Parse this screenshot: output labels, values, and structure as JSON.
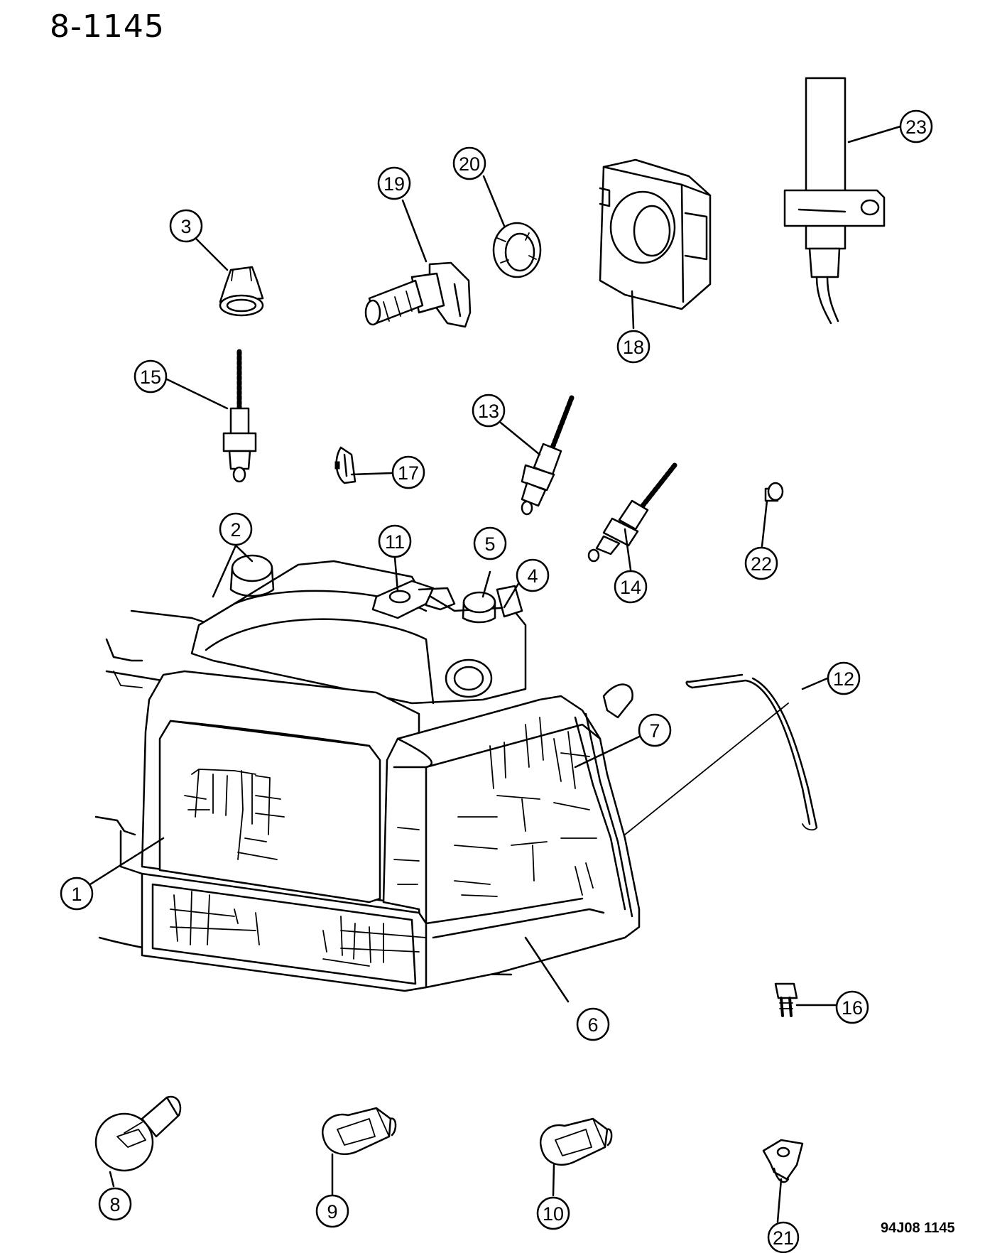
{
  "header": {
    "page_number": "8-1145"
  },
  "footer": {
    "figure_code": "94J08  1145"
  },
  "callouts": [
    "1",
    "2",
    "3",
    "4",
    "5",
    "6",
    "7",
    "8",
    "9",
    "10",
    "11",
    "12",
    "13",
    "14",
    "15",
    "16",
    "17",
    "18",
    "19",
    "20",
    "21",
    "22",
    "23"
  ]
}
